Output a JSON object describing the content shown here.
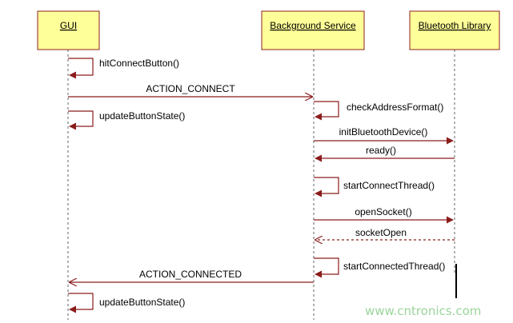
{
  "lifelines": [
    {
      "id": "gui",
      "title": "GUI"
    },
    {
      "id": "bg",
      "title": "Background Service"
    },
    {
      "id": "bt",
      "title": "Bluetooth Library"
    }
  ],
  "messages": [
    {
      "label": "hitConnectButton()",
      "type": "self",
      "from": "gui"
    },
    {
      "label": "ACTION_CONNECT",
      "type": "async",
      "from": "gui",
      "to": "bg"
    },
    {
      "label": "updateButtonState()",
      "type": "self",
      "from": "gui"
    },
    {
      "label": "checkAddressFormat()",
      "type": "self",
      "from": "bg"
    },
    {
      "label": "initBluetoothDevice()",
      "type": "sync",
      "from": "bg",
      "to": "bt"
    },
    {
      "label": "ready()",
      "type": "sync",
      "from": "bt",
      "to": "bg"
    },
    {
      "label": "startConnectThread()",
      "type": "self",
      "from": "bg"
    },
    {
      "label": "openSocket()",
      "type": "sync",
      "from": "bg",
      "to": "bt"
    },
    {
      "label": "socketOpen",
      "type": "return",
      "from": "bt",
      "to": "bg"
    },
    {
      "label": "startConnectedThread()",
      "type": "self",
      "from": "bg"
    },
    {
      "label": "ACTION_CONNECTED",
      "type": "async",
      "from": "bg",
      "to": "gui"
    },
    {
      "label": "updateButtonState()",
      "type": "self",
      "from": "gui"
    }
  ],
  "watermark": "www.cntronics.com",
  "colors": {
    "arrow": "#8b1c1c",
    "box_fill": "#ffff99",
    "box_border": "#8b2020",
    "watermark": "#9bd49b"
  }
}
